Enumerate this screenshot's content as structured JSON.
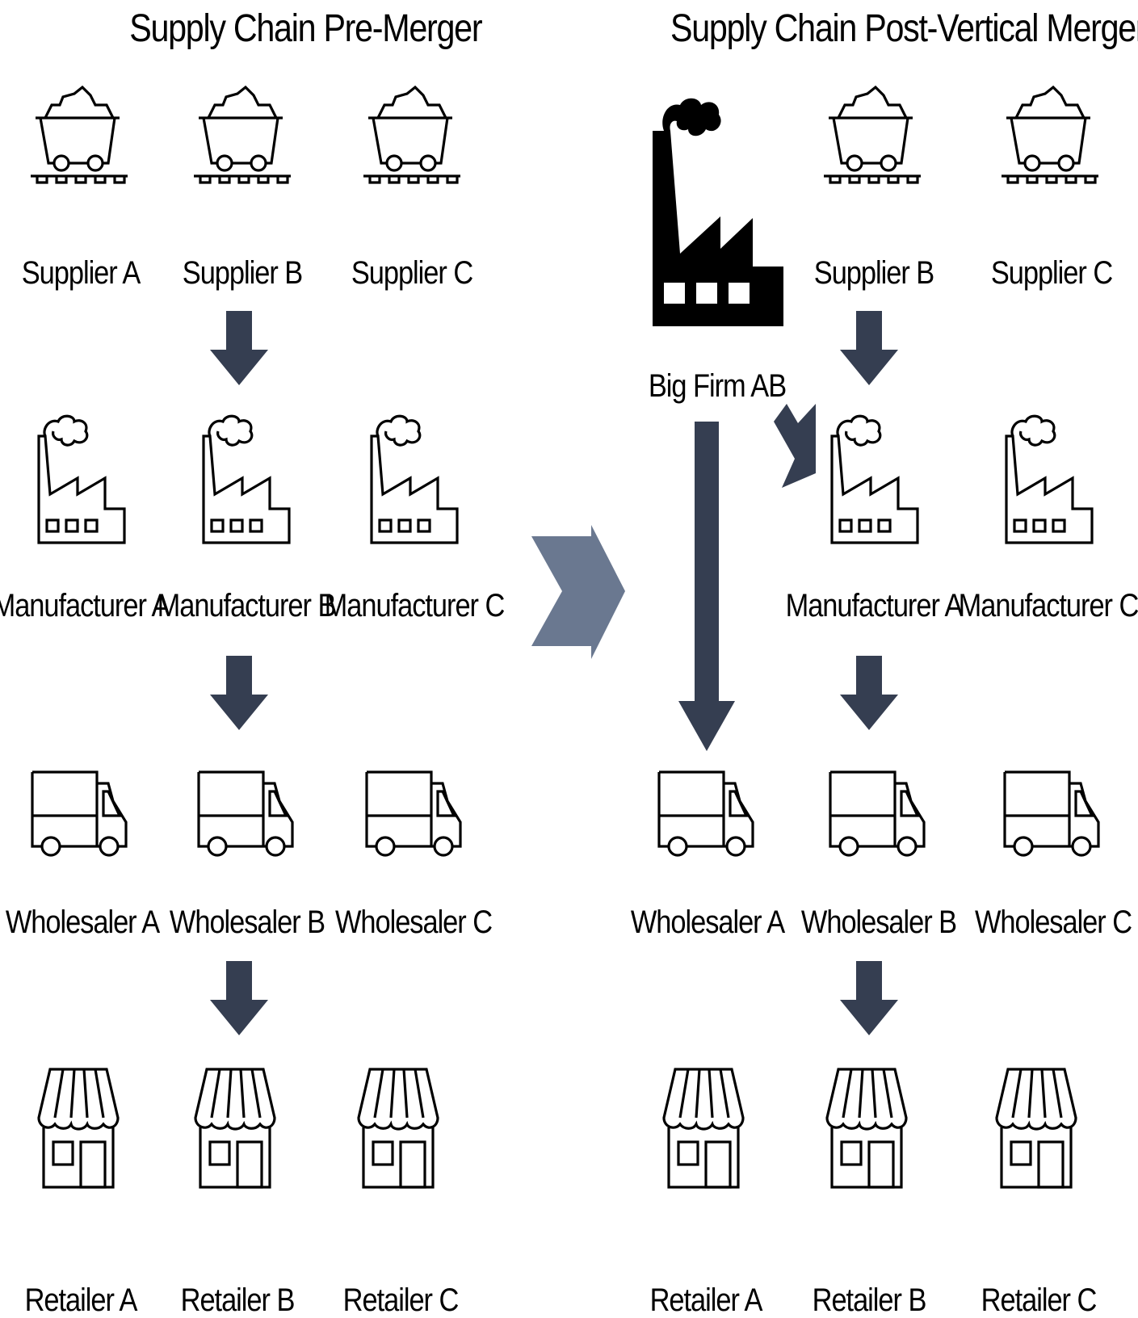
{
  "titles": {
    "pre": "Supply Chain Pre-Merger",
    "post": "Supply Chain Post-Vertical Merger"
  },
  "pre": {
    "suppliers": [
      "Supplier A",
      "Supplier B",
      "Supplier C"
    ],
    "manufacturers": [
      "Manufacturer A",
      "Manufacturer B",
      "Manufacturer C"
    ],
    "wholesalers": [
      "Wholesaler A",
      "Wholesaler B",
      "Wholesaler C"
    ],
    "retailers": [
      "Retailer A",
      "Retailer B",
      "Retailer C"
    ]
  },
  "post": {
    "merged_firm": "Big Firm AB",
    "suppliers": [
      "Supplier B",
      "Supplier C"
    ],
    "manufacturers": [
      "Manufacturer A",
      "Manufacturer C"
    ],
    "wholesalers": [
      "Wholesaler A",
      "Wholesaler B",
      "Wholesaler C"
    ],
    "retailers": [
      "Retailer A",
      "Retailer B",
      "Retailer C"
    ]
  },
  "icons": {
    "supplier": "mine-cart-icon",
    "manufacturer": "factory-icon",
    "merged_firm": "factory-filled-icon",
    "wholesaler": "delivery-truck-icon",
    "retailer": "storefront-icon",
    "flow": "down-arrow-icon",
    "transition": "chevron-right-icon"
  },
  "colors": {
    "flow_arrow": "#353e51",
    "transition_arrow": "#6a7890",
    "icon": "#000000",
    "background": "#ffffff"
  }
}
